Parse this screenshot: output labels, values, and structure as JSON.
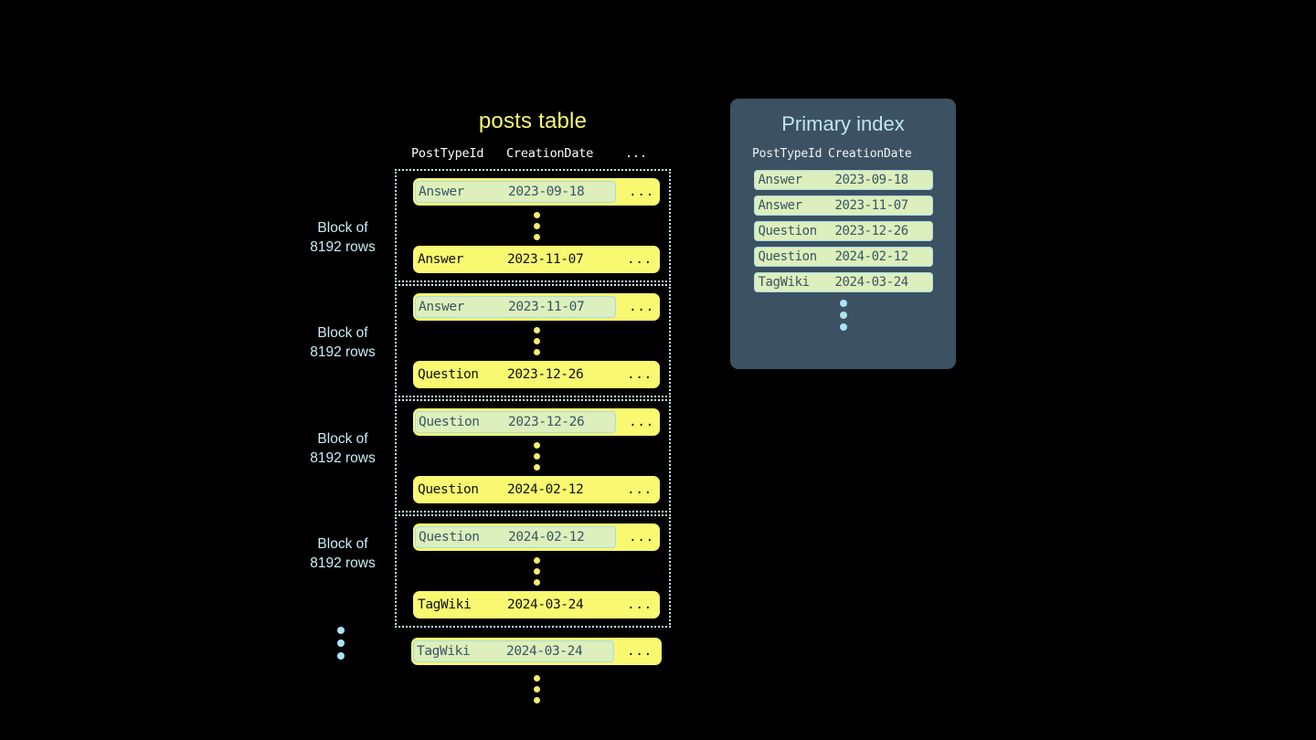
{
  "table": {
    "title": "posts table",
    "columns": [
      "PostTypeId",
      "CreationDate",
      "..."
    ],
    "more_cell": "...",
    "blocks": [
      {
        "label_line1": "Block of",
        "label_line2": "8192 rows",
        "first_row": {
          "type": "Answer",
          "date": "2023-09-18"
        },
        "last_row": {
          "type": "Answer",
          "date": "2023-11-07"
        }
      },
      {
        "label_line1": "Block of",
        "label_line2": "8192 rows",
        "first_row": {
          "type": "Answer",
          "date": "2023-11-07"
        },
        "last_row": {
          "type": "Question",
          "date": "2023-12-26"
        }
      },
      {
        "label_line1": "Block of",
        "label_line2": "8192 rows",
        "first_row": {
          "type": "Question",
          "date": "2023-12-26"
        },
        "last_row": {
          "type": "Question",
          "date": "2024-02-12"
        }
      },
      {
        "label_line1": "Block of",
        "label_line2": "8192 rows",
        "first_row": {
          "type": "Question",
          "date": "2024-02-12"
        },
        "last_row": {
          "type": "TagWiki",
          "date": "2024-03-24"
        }
      }
    ],
    "trailing_row": {
      "type": "TagWiki",
      "date": "2024-03-24"
    }
  },
  "index": {
    "title": "Primary index",
    "columns": [
      "PostTypeId",
      "CreationDate"
    ],
    "rows": [
      {
        "type": "Answer",
        "date": "2023-09-18"
      },
      {
        "type": "Answer",
        "date": "2023-11-07"
      },
      {
        "type": "Question",
        "date": "2023-12-26"
      },
      {
        "type": "Question",
        "date": "2024-02-12"
      },
      {
        "type": "TagWiki",
        "date": "2024-03-24"
      }
    ]
  },
  "colors": {
    "background": "#000000",
    "row_yellow": "#f9f871",
    "granule_green": "#dcefbc",
    "granule_border": "#a9dbe6",
    "panel_slate": "#3c5161",
    "accent_cyan": "#bfe6f2",
    "title_yellow": "#f7f871"
  }
}
